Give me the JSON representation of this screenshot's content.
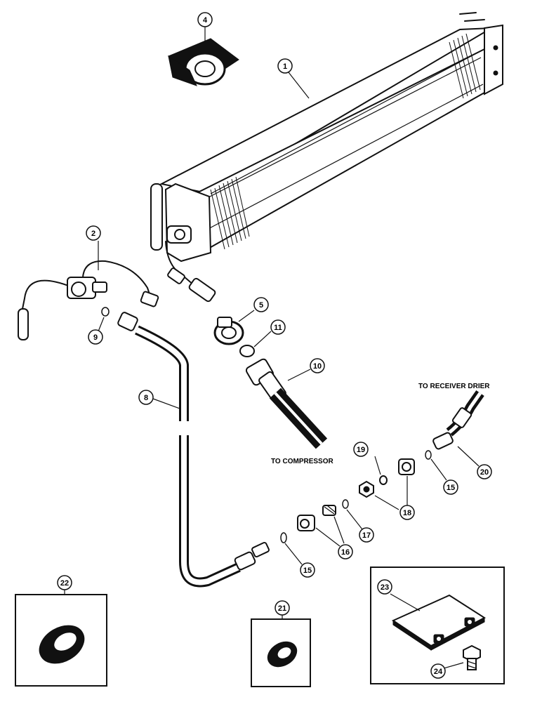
{
  "callouts": {
    "to_receiver_drier": "TO RECEIVER DRIER",
    "to_compressor": "TO COMPRESSOR"
  },
  "parts": {
    "p1": "1",
    "p2": "2",
    "p4": "4",
    "p5": "5",
    "p8": "8",
    "p9": "9",
    "p10": "10",
    "p11": "11",
    "p15a": "15",
    "p15b": "15",
    "p16": "16",
    "p17": "17",
    "p18": "18",
    "p19": "19",
    "p20": "20",
    "p21": "21",
    "p22": "22",
    "p23": "23",
    "p24": "24"
  }
}
